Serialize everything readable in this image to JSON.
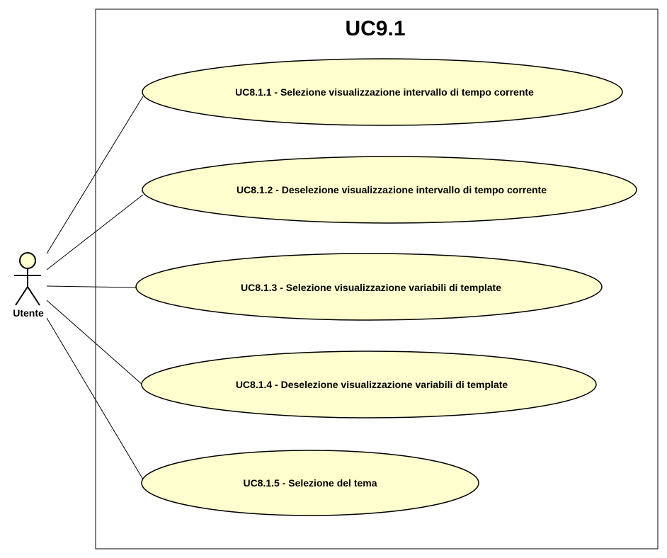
{
  "system": {
    "title": "UC9.1"
  },
  "actor": {
    "name": "Utente"
  },
  "use_cases": [
    {
      "label": "UC8.1.1 - Selezione visualizzazione intervallo di tempo corrente"
    },
    {
      "label": "UC8.1.2 - Deselezione visualizzazione intervallo di tempo corrente"
    },
    {
      "label": "UC8.1.3 - Selezione visualizzazione variabili di template"
    },
    {
      "label": "UC8.1.4 - Deselezione visualizzazione variabili di template"
    },
    {
      "label": "UC8.1.5 - Selezione del tema"
    }
  ],
  "colors": {
    "use_case_fill": "#FEFECE",
    "actor_fill": "#FEFECE",
    "stroke": "#000000",
    "background": "#FFFFFF"
  }
}
